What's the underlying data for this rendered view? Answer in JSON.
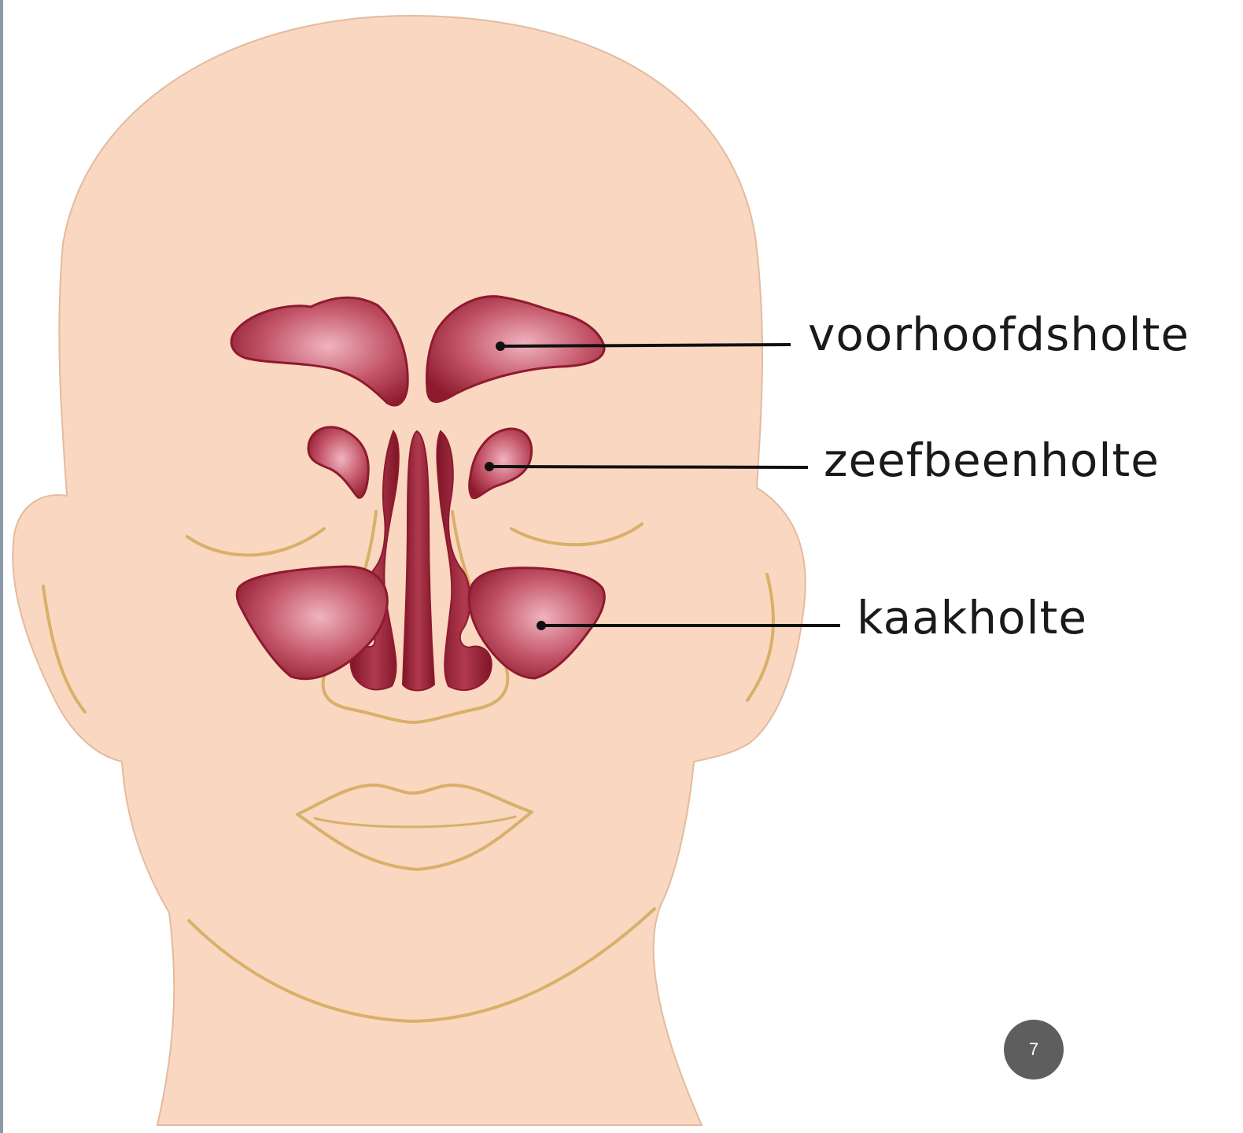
{
  "labels": {
    "frontal_sinus": "voorhoofdsholte",
    "ethmoid_sinus": "zeefbeenholte",
    "maxillary_sinus": "kaakholte"
  },
  "page": {
    "number": "7"
  },
  "colors": {
    "skin": "#fad7c0",
    "skin_outline": "#e3bb9e",
    "feature_lines": "#d8b06a",
    "sinus_dark": "#8e1a2e",
    "sinus_light": "#f0b4bf",
    "leader_line": "#111111",
    "badge": "#5e5e5e",
    "left_edge": "#8a9aa8"
  }
}
